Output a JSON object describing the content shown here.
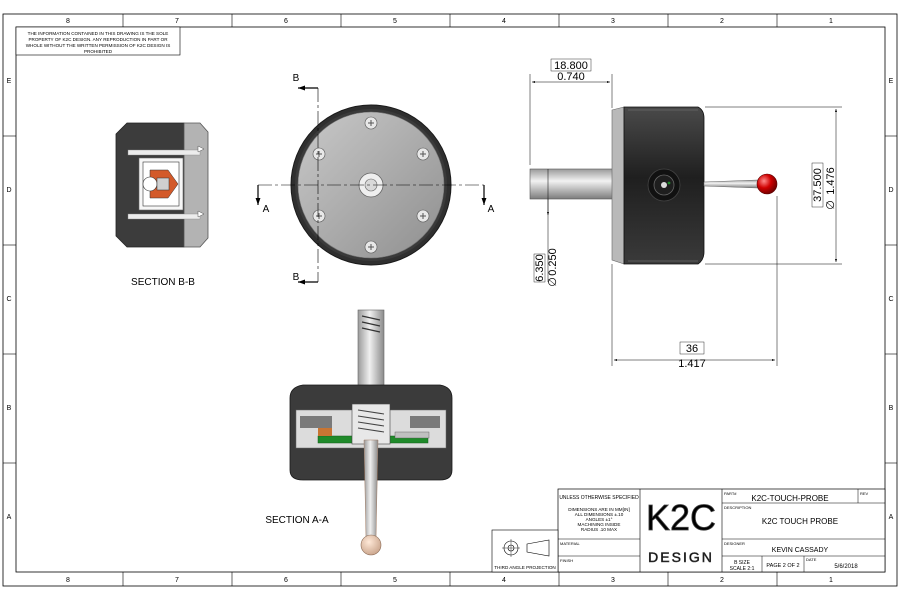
{
  "notice": {
    "line1": "THE INFORMATION CONTAINED IN THIS DRAWING IS THE SOLE",
    "line2": "PROPERTY OF K2C DESIGN. ANY REPRODUCTION IN PART OR",
    "line3": "WHOLE WITHOUT THE WRITTEN PERMISSION OF K2C DESIGN IS",
    "line4": "PROHIBITED"
  },
  "zones": {
    "columns": [
      "8",
      "7",
      "6",
      "5",
      "4",
      "3",
      "2",
      "1"
    ],
    "rows": [
      "E",
      "D",
      "C",
      "B",
      "A"
    ]
  },
  "views": {
    "section_bb_label": "SECTION B-B",
    "section_aa_label": "SECTION A-A",
    "cut_letter_b": "B",
    "cut_letter_a": "A"
  },
  "dimensions": {
    "body_length_mm": "18.800",
    "body_length_in": "0.740",
    "diameter_mm": "37.500",
    "diameter_in": "1.476",
    "shank_mm": "6.350",
    "shank_in": "0.250",
    "overall_mm": "36",
    "overall_in": "1.417"
  },
  "title_block": {
    "tolerance_note": [
      "UNLESS OTHERWISE SPECIFIED",
      "DIMENSIONS ARE IN MM[IN]",
      "ALL DIMENSIONS ±.10",
      "ANGLES ±1°",
      "MACHINING INSIDE",
      "RADIUS .10 MAX"
    ],
    "material_label": "MATERIAL",
    "finish_label": "FINISH",
    "projection_label": "THIRD ANGLE PROJECTION",
    "logo_text": "K2C",
    "logo_sub": "DESIGN",
    "part_label": "PART#",
    "part_number": "K2C-TOUCH-PROBE",
    "rev_label": "REV",
    "description_label": "DESCRIPTION",
    "description": "K2C TOUCH PROBE",
    "designer_label": "DESIGNER",
    "designer": "KEVIN CASSADY",
    "size_line1": "B SIZE",
    "size_line2": "SCALE 2:1",
    "page": "PAGE 2 OF 2",
    "date_label": "DATE",
    "date": "5/6/2018"
  },
  "colors": {
    "body_dark": "#2e2e2e",
    "face_grey": "#a8a8a8",
    "ruby": "#c40000",
    "pcb_green": "#1f8a2a"
  }
}
